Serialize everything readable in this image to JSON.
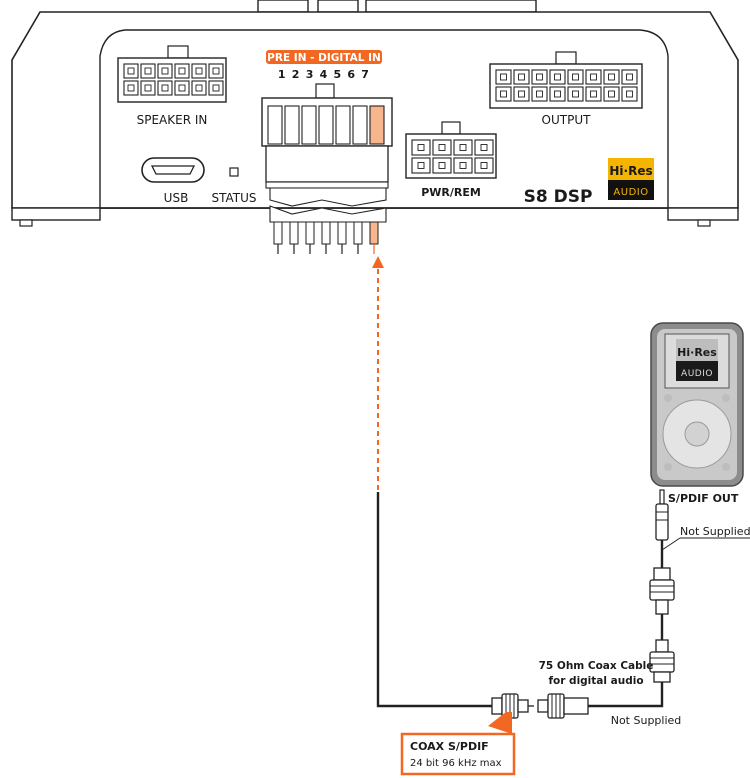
{
  "device": {
    "model": "S8 DSP",
    "speaker_in": "SPEAKER IN",
    "output": "OUTPUT",
    "usb": "USB",
    "status": "STATUS",
    "pwr_rem": "PWR/REM",
    "pre_in_banner": "PRE IN - DIGITAL IN",
    "channels": "1 2 3 4 5 6 7",
    "hires_logo_top": "Hi·Res",
    "hires_logo_bottom": "AUDIO"
  },
  "player": {
    "hires_logo_top": "Hi·Res",
    "hires_logo_bottom": "AUDIO",
    "spdif_out": "S/PDIF OUT"
  },
  "cable": {
    "not_supplied_top": "Not Supplied",
    "coax_title": "75 Ohm Coax Cable",
    "coax_sub": "for digital audio",
    "not_supplied_bottom": "Not Supplied"
  },
  "callout": {
    "title": "COAX S/PDIF",
    "spec": "24 bit 96 kHz max"
  },
  "colors": {
    "accent_orange": "#f26722",
    "line_dark": "#222222",
    "hires_gold": "#f5b400"
  }
}
